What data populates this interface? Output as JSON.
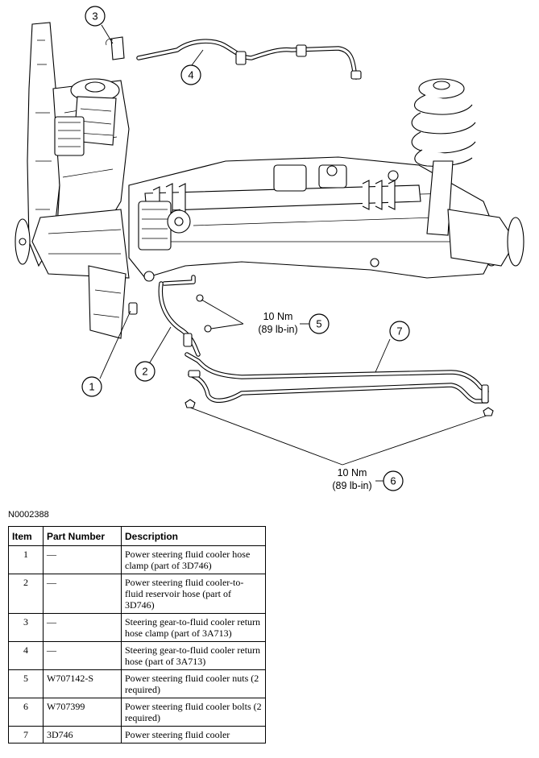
{
  "figure_code": "N0002388",
  "callouts": [
    "1",
    "2",
    "3",
    "4",
    "5",
    "6",
    "7"
  ],
  "torque_labels": {
    "five": {
      "nm": "10 Nm",
      "lbin": "(89 lb-in)"
    },
    "six": {
      "nm": "10 Nm",
      "lbin": "(89 lb-in)"
    }
  },
  "table": {
    "headers": {
      "item": "Item",
      "part_number": "Part Number",
      "description": "Description"
    },
    "rows": [
      {
        "item": "1",
        "part_number": "—",
        "description": "Power steering fluid cooler hose clamp (part of 3D746)"
      },
      {
        "item": "2",
        "part_number": "—",
        "description": "Power steering fluid cooler-to-fluid reservoir hose (part of 3D746)"
      },
      {
        "item": "3",
        "part_number": "—",
        "description": "Steering gear-to-fluid cooler return hose clamp (part of 3A713)"
      },
      {
        "item": "4",
        "part_number": "—",
        "description": "Steering gear-to-fluid cooler return hose (part of 3A713)"
      },
      {
        "item": "5",
        "part_number": "W707142-S",
        "description": "Power steering fluid cooler nuts (2 required)"
      },
      {
        "item": "6",
        "part_number": "W707399",
        "description": "Power steering fluid cooler bolts (2 required)"
      },
      {
        "item": "7",
        "part_number": "3D746",
        "description": "Power steering fluid cooler"
      }
    ]
  }
}
